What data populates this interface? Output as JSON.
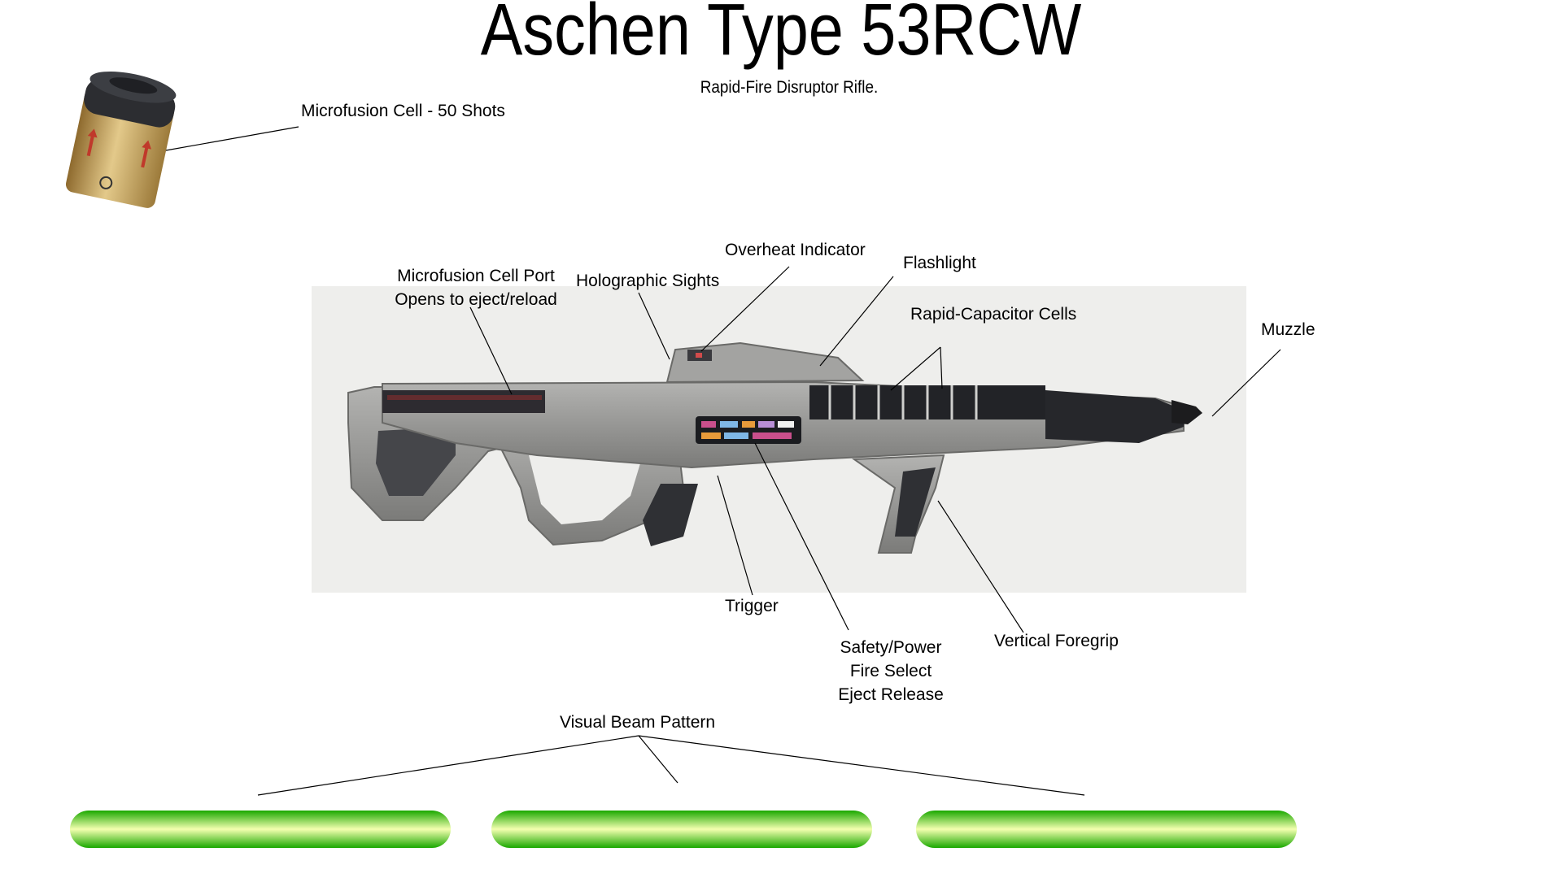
{
  "title": "Aschen Type 53RCW",
  "subtitle": "Rapid-Fire Disruptor Rifle.",
  "callouts": {
    "cell": "Microfusion Cell - 50 Shots",
    "cell_port": [
      "Microfusion Cell Port",
      "Opens to eject/reload"
    ],
    "holo_sights": "Holographic Sights",
    "overheat": "Overheat Indicator",
    "flashlight": "Flashlight",
    "capacitor": "Rapid-Capacitor Cells",
    "muzzle": "Muzzle",
    "trigger": "Trigger",
    "safety": [
      "Safety/Power",
      "Fire Select",
      "Eject Release"
    ],
    "foregrip": "Vertical Foregrip",
    "beam": "Visual Beam Pattern"
  },
  "colors": {
    "beam_core": "#f4ffb0",
    "beam_edge": "#22b800",
    "rifle_body": "#8d8d8b",
    "rifle_panel": "#3b3c40",
    "cell_body": "#c8a45c"
  }
}
